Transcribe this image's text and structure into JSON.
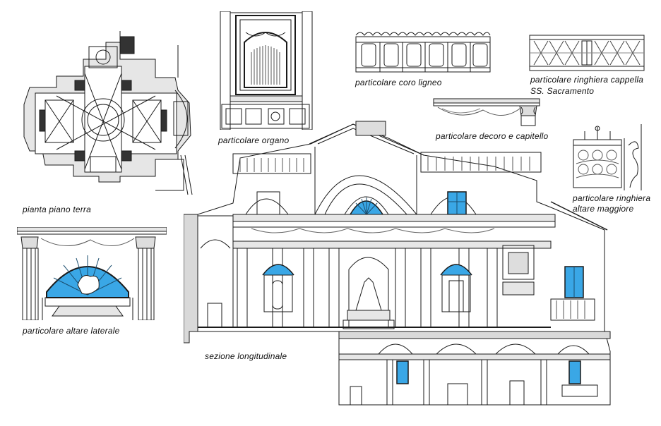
{
  "sheet": {
    "colors": {
      "line": "#1a1a1a",
      "glass": "#3aa7e6",
      "wall": "#d9d9d9",
      "paper": "#ffffff"
    },
    "labels": {
      "plan": "pianta piano terra",
      "organ": "particolare organo",
      "choir": "particolare coro ligneo",
      "railing_chapel_1": "particolare ringhiera cappella",
      "railing_chapel_2": "SS. Sacramento",
      "decor": "particolare decoro e capitello",
      "railing_altar_1": "particolare ringhiera",
      "railing_altar_2": "altare maggiore",
      "side_altar": "particolare altare laterale",
      "section": "sezione longitudinale"
    }
  }
}
